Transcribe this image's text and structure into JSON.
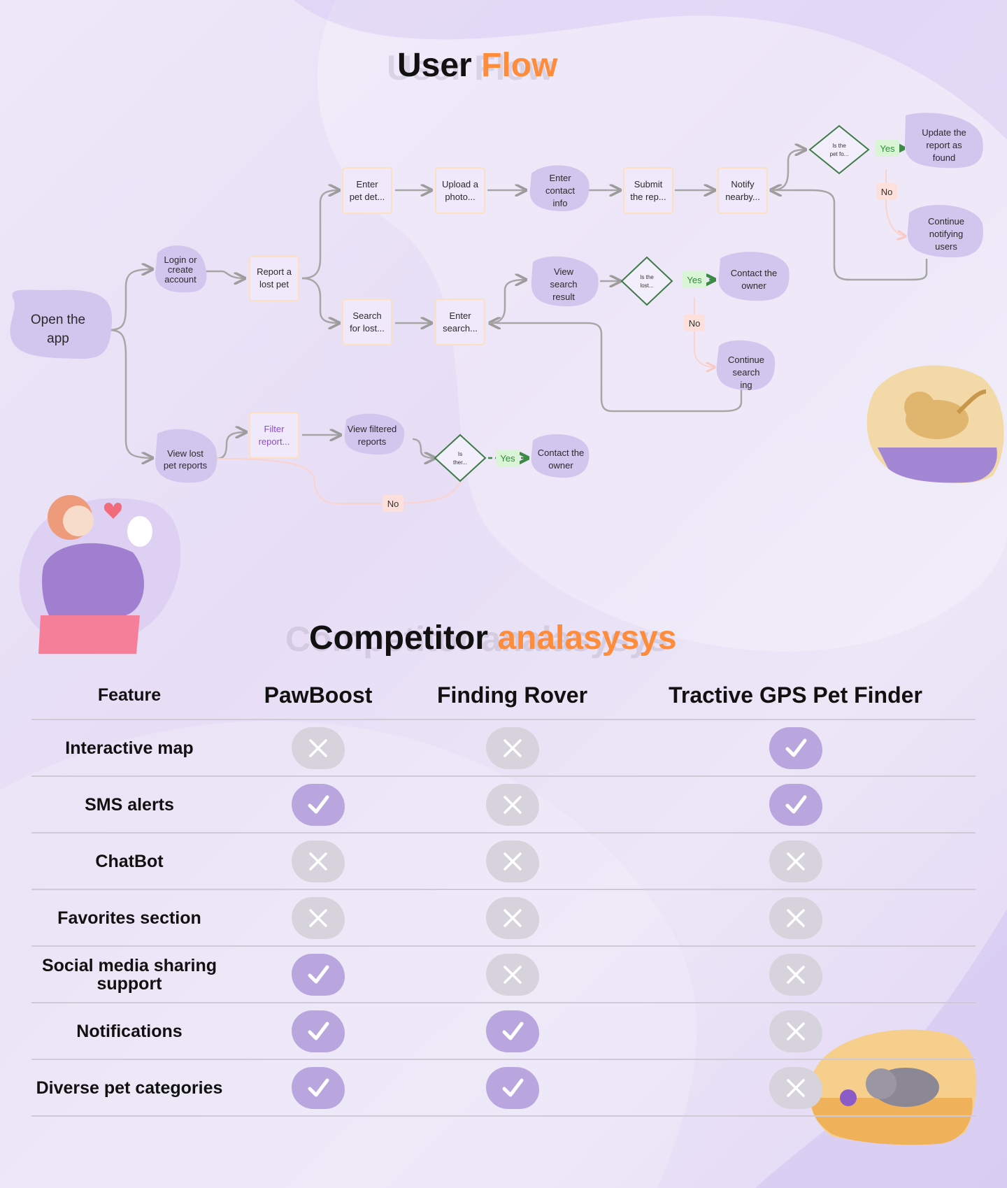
{
  "user_flow": {
    "title_main": "User",
    "title_accent": "Flow",
    "nodes": {
      "open_app": "Open the app",
      "login": "Login or create account",
      "report": "Report a lost pet",
      "view_lost": "View lost pet reports",
      "enter_pet": "Enter pet det...",
      "upload": "Upload a photo...",
      "contact_info": "Enter contact info",
      "submit": "Submit the rep...",
      "notify": "Notify nearby...",
      "update": "Update the report as found",
      "continue_notify": "Continue notifying users",
      "search_lost": "Search for lost...",
      "enter_search": "Enter search...",
      "view_search": "View search result",
      "contact_owner_1": "Contact the owner",
      "continue_search": "Continue search ing",
      "filter": "Filter report...",
      "view_filtered": "View filtered reports",
      "contact_owner_2": "Contact the owner"
    },
    "decisions": {
      "found": "Is the pet fo...",
      "lost": "Is the lost...",
      "there": "Is ther..."
    },
    "yes_label": "Yes",
    "no_label": "No"
  },
  "competitor": {
    "title_main": "Competitor",
    "title_accent": "analasysys",
    "headers": [
      "Feature",
      "PawBoost",
      "Finding Rover",
      "Tractive GPS Pet Finder"
    ],
    "rows": [
      {
        "feature": "Interactive map",
        "values": [
          false,
          false,
          true
        ]
      },
      {
        "feature": "SMS alerts",
        "values": [
          true,
          false,
          true
        ]
      },
      {
        "feature": "ChatBot",
        "values": [
          false,
          false,
          false
        ]
      },
      {
        "feature": "Favorites section",
        "values": [
          false,
          false,
          false
        ]
      },
      {
        "feature": "Social media sharing support",
        "values": [
          true,
          false,
          false
        ]
      },
      {
        "feature": "Notifications",
        "values": [
          true,
          true,
          false
        ]
      },
      {
        "feature": "Diverse pet categories",
        "values": [
          true,
          true,
          false
        ]
      }
    ]
  },
  "colors": {
    "accent": "#ff8c3a",
    "node_fill": "#d2c6ee",
    "box_fill": "#f0e9fb",
    "box_stroke": "#fbe0c2",
    "decision_stroke": "#3d7a46",
    "yes_fill": "#d9f5d6",
    "no_fill": "#fde0db",
    "yes_badge": "#b9a6df",
    "no_badge": "#d7d3dc"
  }
}
